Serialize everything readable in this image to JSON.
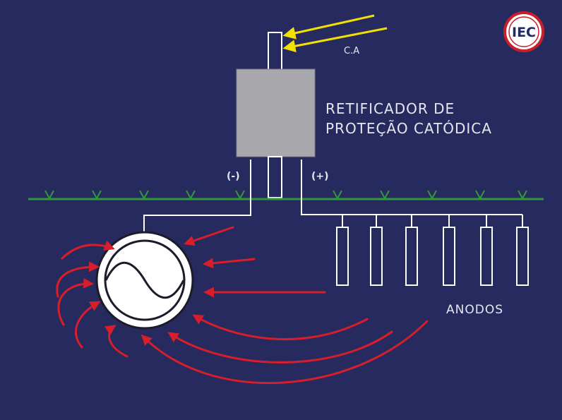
{
  "labels": {
    "ac": "C.A",
    "rectifier_line1": "RETIFICADOR DE",
    "rectifier_line2": "PROTEÇÃO CATÓDICA",
    "negative": "(-)",
    "positive": "(+)",
    "anodes": "ANODOS",
    "logo": "IEC"
  },
  "colors": {
    "background": "#272a5e",
    "rectifier": "#a9a9ad",
    "ground": "#2f9a3a",
    "current_arrows": "#d81e2a",
    "ac_arrows": "#f2e100",
    "wire": "#ffffff",
    "logo_ring": "#c8202a"
  },
  "icons": {
    "logo": "iec-logo-icon",
    "pipe": "pipe-cross-section-icon",
    "grass": "grass-tick-icon"
  }
}
